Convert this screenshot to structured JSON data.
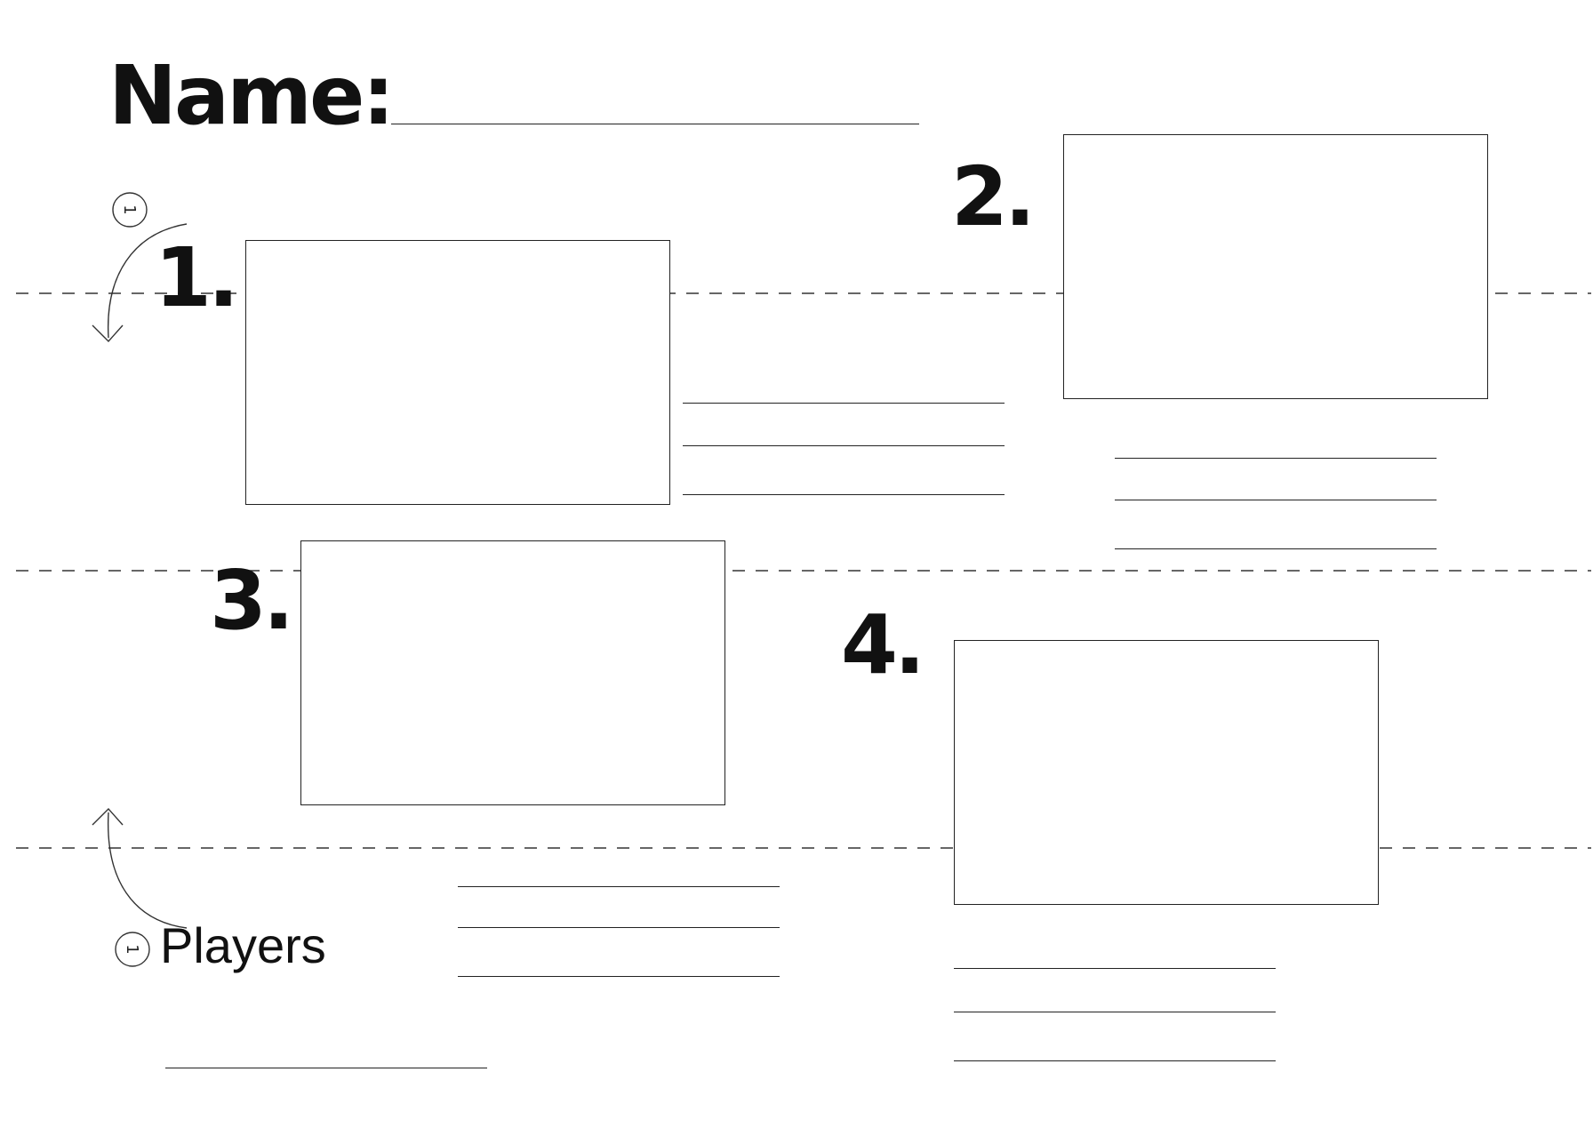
{
  "header": {
    "name_label": "Name:"
  },
  "panels": [
    {
      "number": "1."
    },
    {
      "number": "2."
    },
    {
      "number": "3."
    },
    {
      "number": "4."
    }
  ],
  "players": {
    "label": "Players",
    "badge": "1"
  },
  "fold_badge": "1"
}
